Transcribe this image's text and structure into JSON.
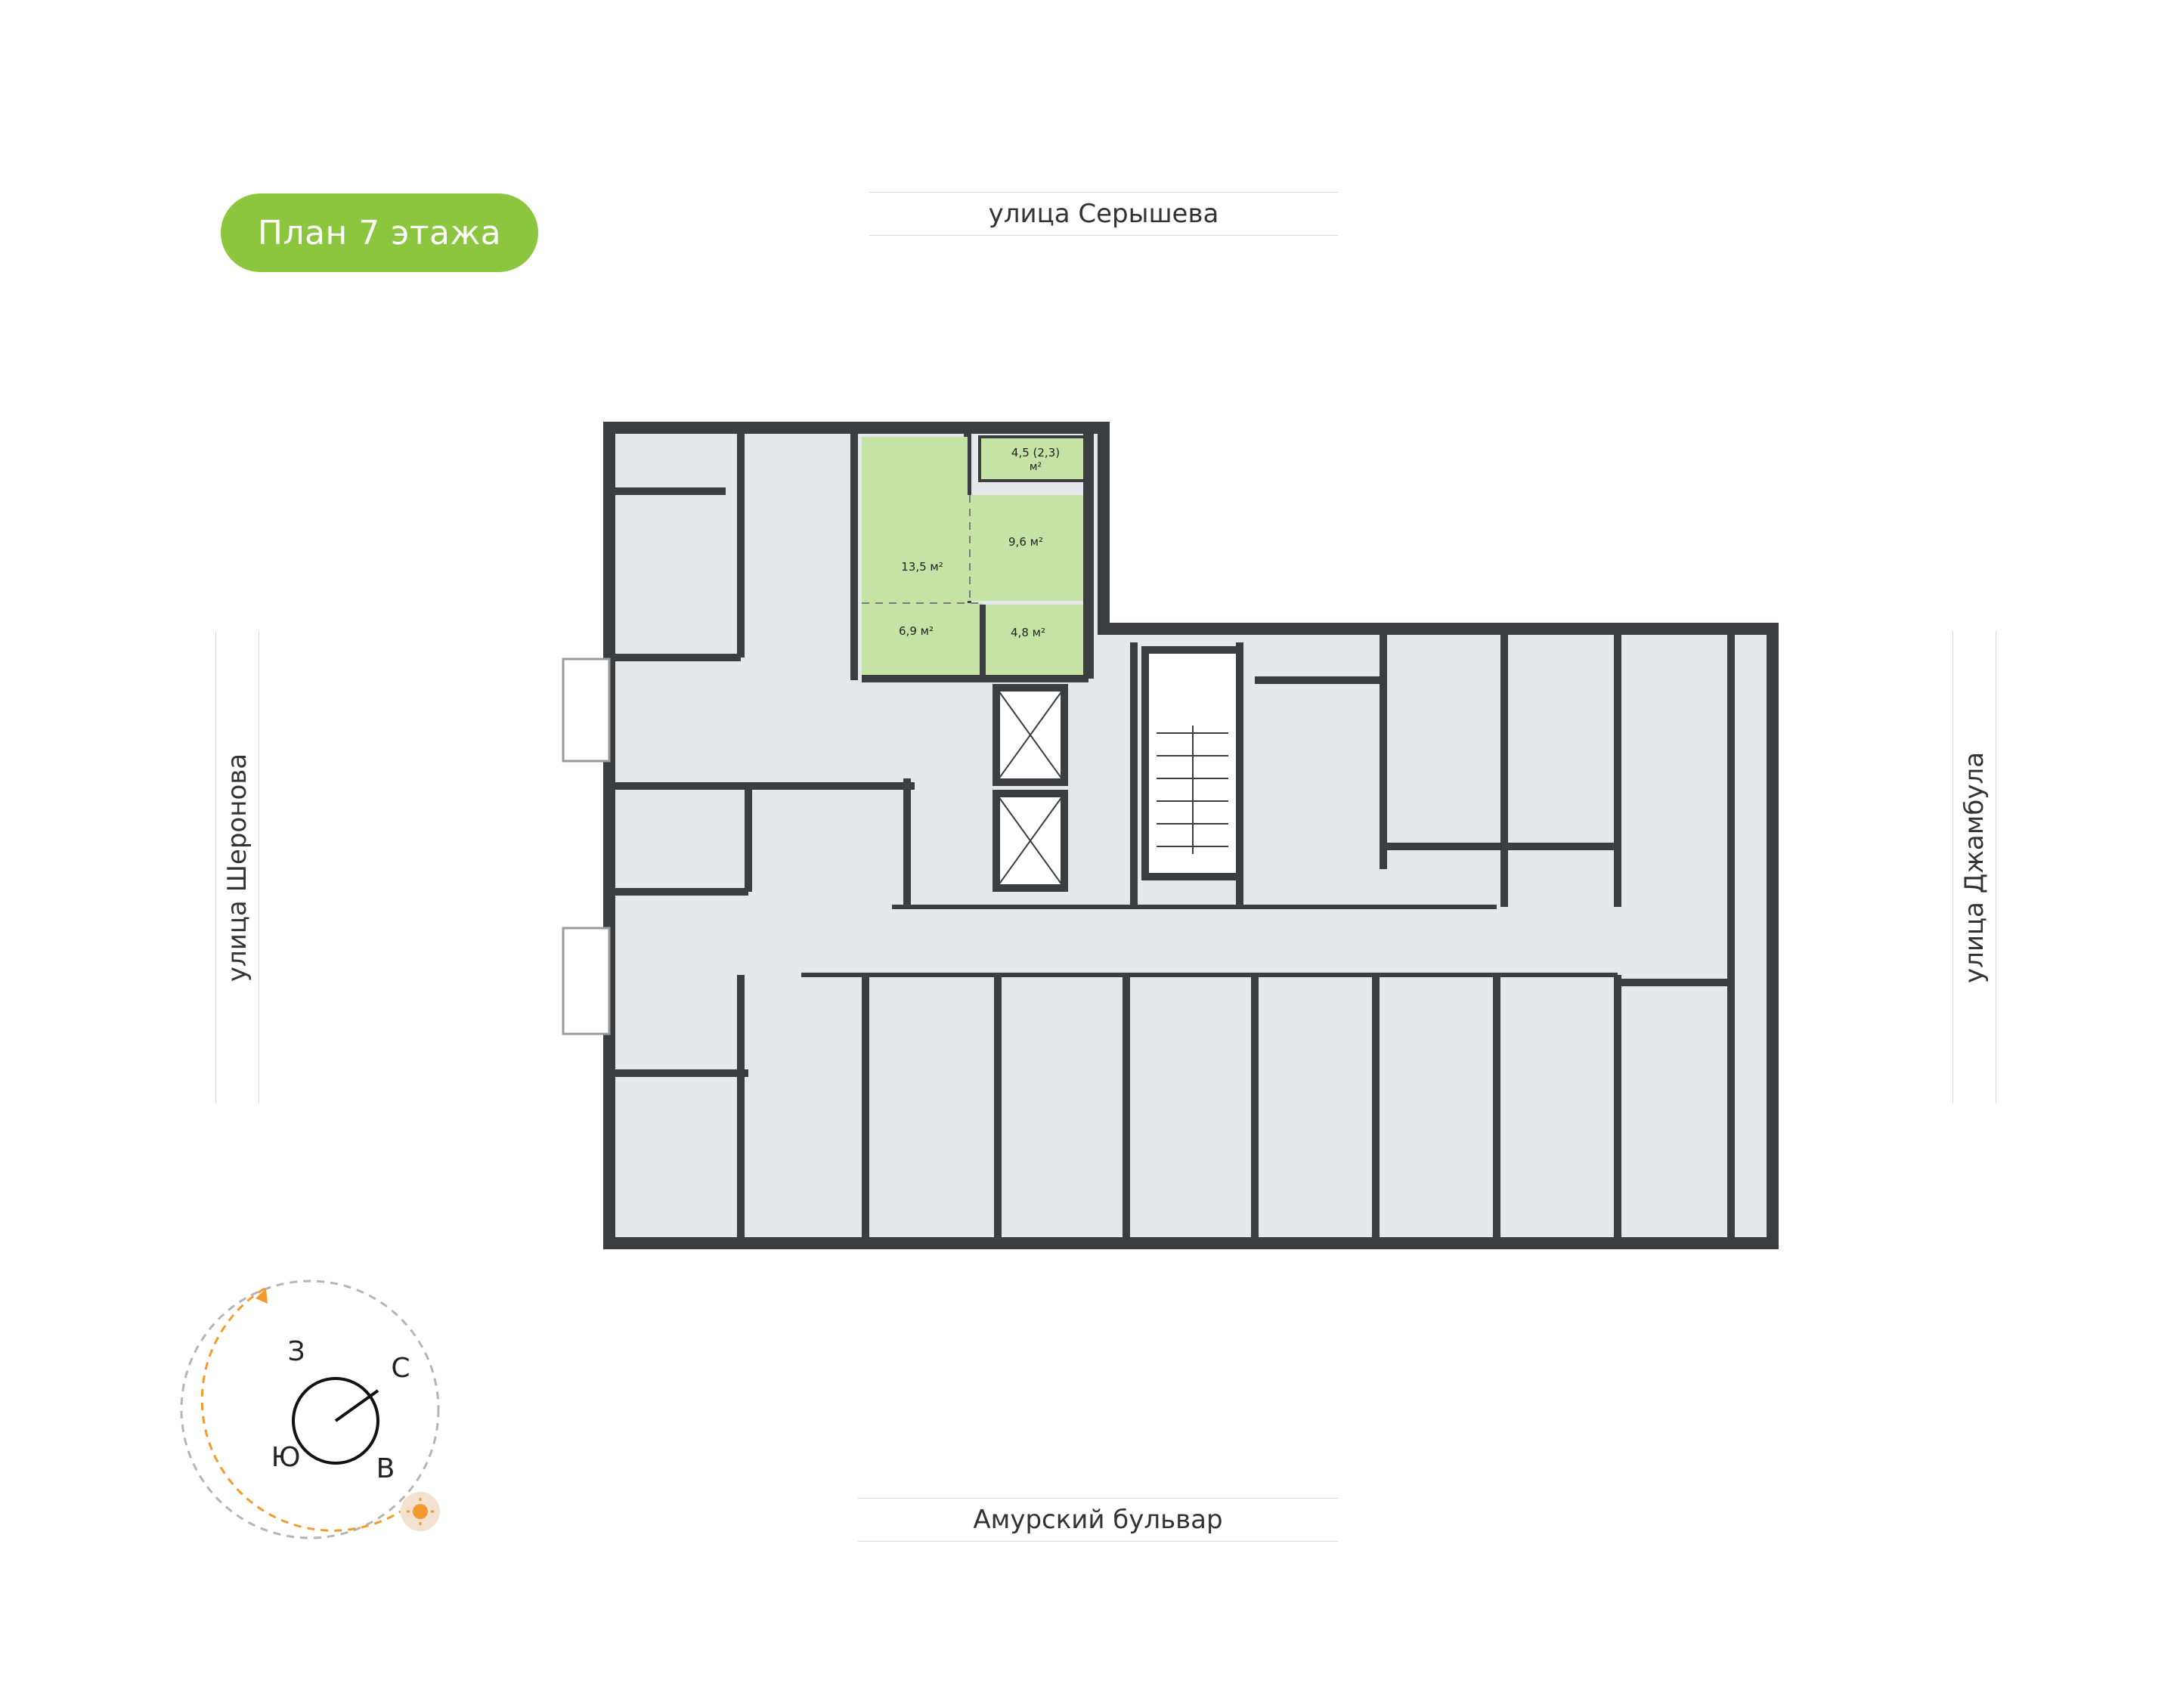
{
  "title": "План 7 этажа",
  "streets": {
    "north": "улица Серышева",
    "south": "Амурский бульвар",
    "west": "улица Шеронова",
    "east": "улица Джамбула"
  },
  "apartment_areas": {
    "loggia": "4,5 (2,3)",
    "loggia_unit": "м²",
    "living": "13,5 м²",
    "kitchen": "9,6 м²",
    "hall": "6,9 м²",
    "bath": "4,8 м²"
  },
  "compass": {
    "north": "С",
    "east": "В",
    "south": "Ю",
    "west": "З"
  },
  "colors": {
    "accent": "#8cc63f",
    "selected_fill": "#c5e3a4",
    "room_fill": "#e6e7ea",
    "wall": "#3c3d41",
    "sun": "#f39a2e"
  }
}
